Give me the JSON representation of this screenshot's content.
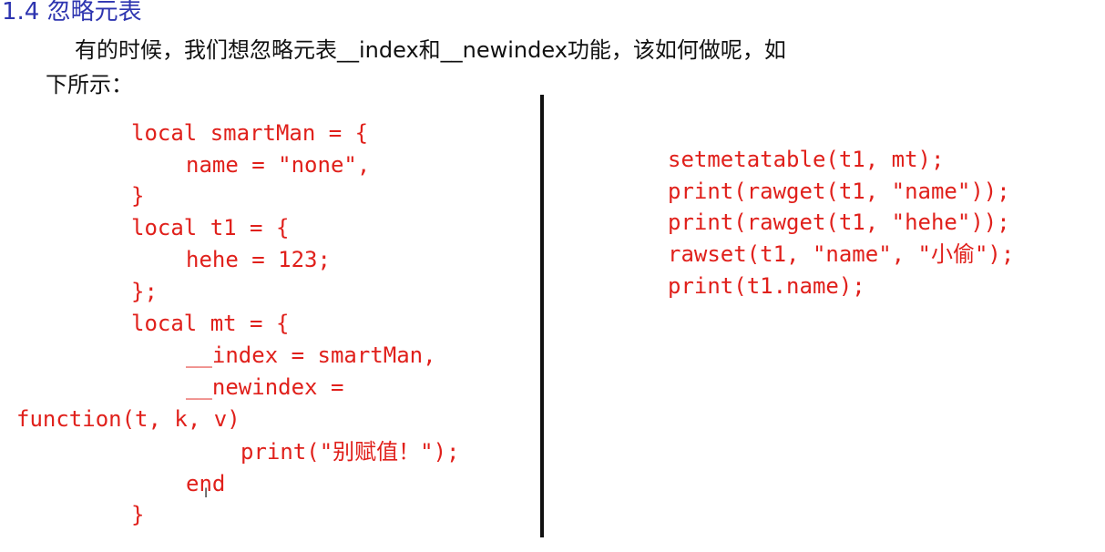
{
  "section": {
    "heading": "1.4 忽略元表"
  },
  "intro": {
    "line1": "有的时候，我们想忽略元表__index和__newindex功能，该如何做呢，如",
    "line2": "下所示："
  },
  "left_code": {
    "lines": [
      "local smartMan = {",
      "name = \"none\",",
      "}",
      "local t1 = {",
      "hehe = 123;",
      "};",
      "local mt = {",
      "__index = smartMan,",
      "__newindex =",
      "function(t, k, v)",
      "print(\"别赋值！\");",
      "end",
      "}"
    ]
  },
  "right_code": {
    "lines": [
      "setmetatable(t1, mt);",
      "print(rawget(t1, \"name\"));",
      "print(rawget(t1, \"hehe\"));",
      "rawset(t1, \"name\", \"小偷\");",
      "print(t1.name);"
    ]
  },
  "cursor": {
    "glyph": "I"
  },
  "colors": {
    "heading": "#2e35b0",
    "code": "#e0201b",
    "text": "#111111",
    "background": "#ffffff"
  }
}
